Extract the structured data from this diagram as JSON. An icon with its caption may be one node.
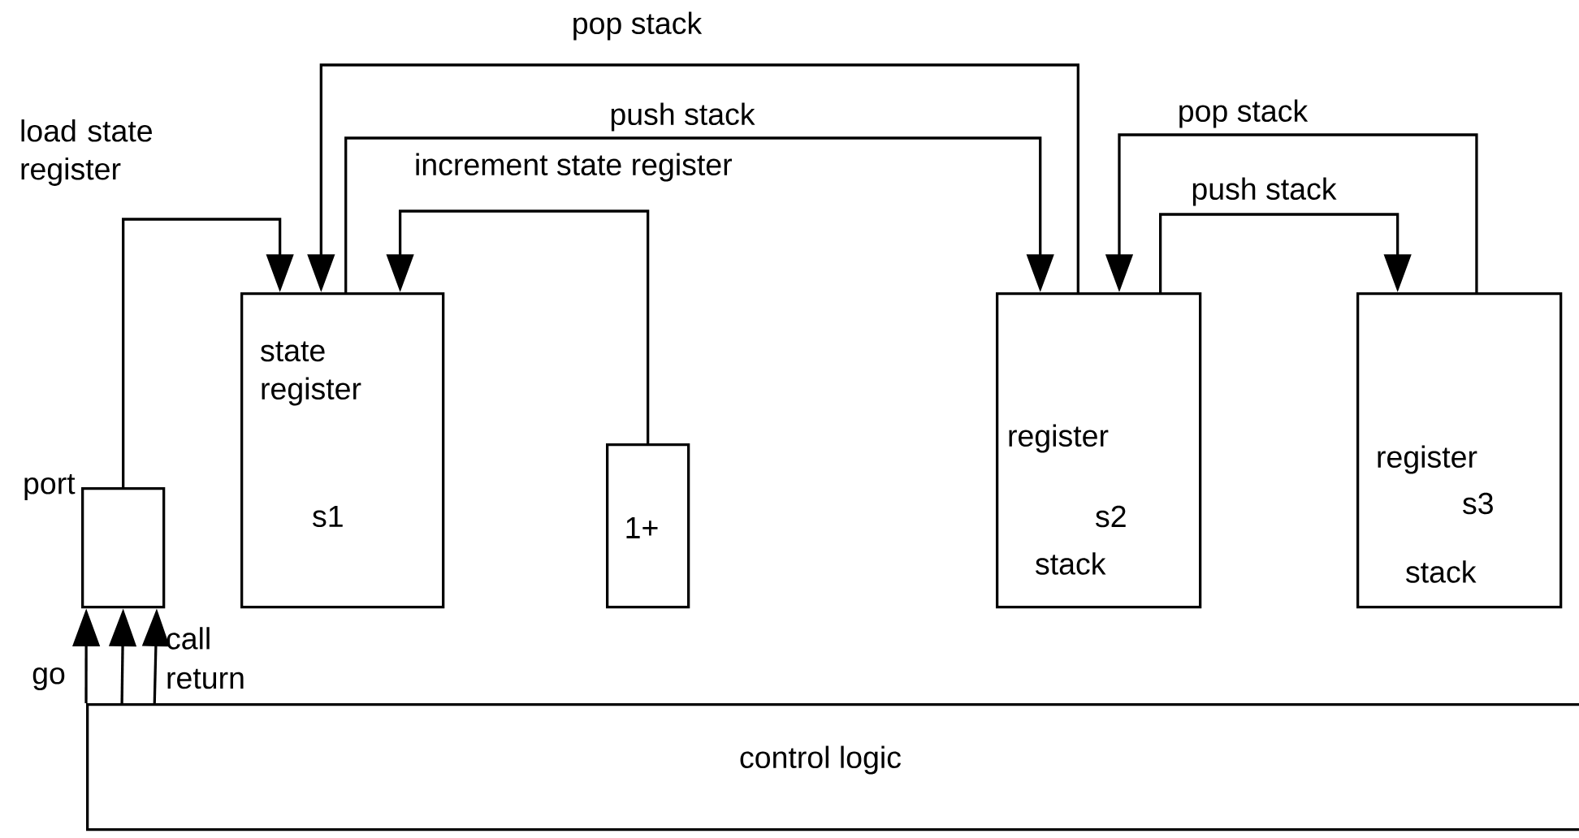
{
  "diagram": {
    "nodes": [
      {
        "text": [
          "port"
        ]
      },
      {
        "text": [
          "state register",
          "s1"
        ]
      },
      {
        "text": [
          "1+"
        ]
      },
      {
        "text": [
          "register",
          "s2",
          "stack"
        ]
      },
      {
        "text": [
          "register",
          "s3",
          "stack"
        ]
      },
      {
        "text": [
          "control logic"
        ]
      }
    ],
    "edges": [
      {
        "from": 0,
        "to": 1,
        "arrow": "to",
        "label": "load state register"
      },
      {
        "from": 3,
        "to": 1,
        "arrow": "to",
        "label": "pop stack"
      },
      {
        "from": 1,
        "to": 3,
        "arrow": "to",
        "label": "push stack"
      },
      {
        "from": 2,
        "to": 1,
        "arrow": "to",
        "label": "increment state register"
      },
      {
        "from": 4,
        "to": 3,
        "arrow": "to",
        "label": "pop stack"
      },
      {
        "from": 3,
        "to": 4,
        "arrow": "to",
        "label": "push stack"
      },
      {
        "from": 5,
        "to": 0,
        "arrow": "to",
        "label": "go"
      },
      {
        "from": 5,
        "to": 0,
        "arrow": "to",
        "label": "call"
      },
      {
        "from": 5,
        "to": 0,
        "arrow": "to",
        "label": "return"
      }
    ]
  }
}
